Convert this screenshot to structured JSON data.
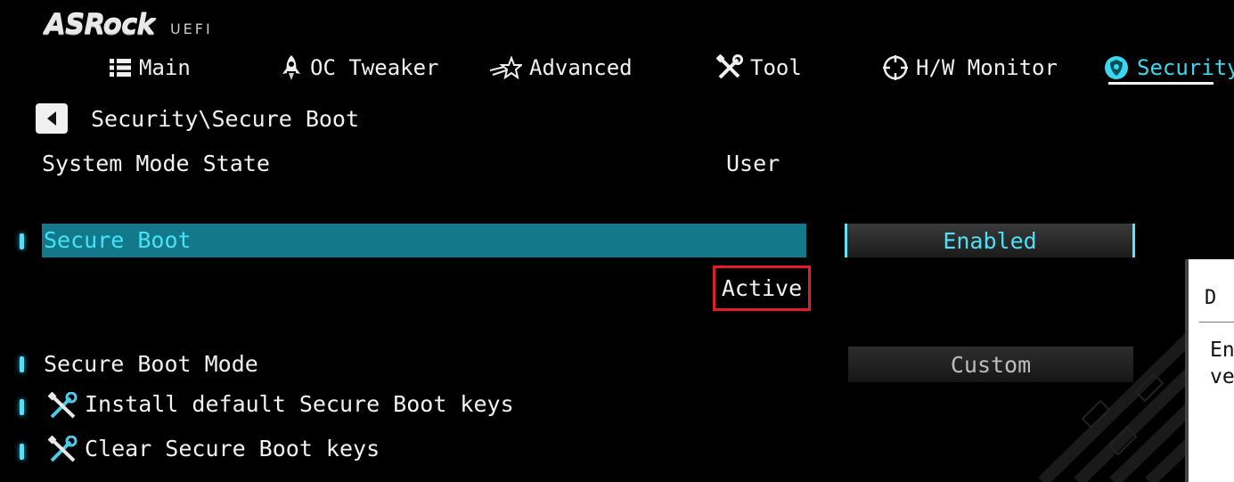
{
  "brand": {
    "name": "ASRock",
    "product": "UEFI"
  },
  "tabs": [
    {
      "label": "Main",
      "icon": "list-icon",
      "active": false
    },
    {
      "label": "OC Tweaker",
      "icon": "rocket-icon",
      "active": false
    },
    {
      "label": "Advanced",
      "icon": "star-icon",
      "active": false
    },
    {
      "label": "Tool",
      "icon": "tools-icon",
      "active": false
    },
    {
      "label": "H/W Monitor",
      "icon": "crosshair-icon",
      "active": false
    },
    {
      "label": "Security",
      "icon": "shield-icon",
      "active": true
    }
  ],
  "breadcrumb": "Security\\Secure Boot",
  "system_mode_state": {
    "label": "System Mode State",
    "value": "User"
  },
  "secure_boot": {
    "label": "Secure Boot",
    "value": "Enabled",
    "status": "Active"
  },
  "secure_boot_mode": {
    "label": "Secure Boot Mode",
    "value": "Custom"
  },
  "actions": [
    {
      "label": "Install default Secure Boot keys",
      "icon": "wrench-screwdriver-icon"
    },
    {
      "label": "Clear Secure Boot keys",
      "icon": "wrench-screwdriver-icon"
    }
  ],
  "description_panel": {
    "title": "D",
    "text_line1": "En",
    "text_line2": "ve"
  },
  "colors": {
    "accent": "#38d8f0",
    "highlight_bar": "#13798a",
    "annotation_box": "#e21d2a"
  }
}
